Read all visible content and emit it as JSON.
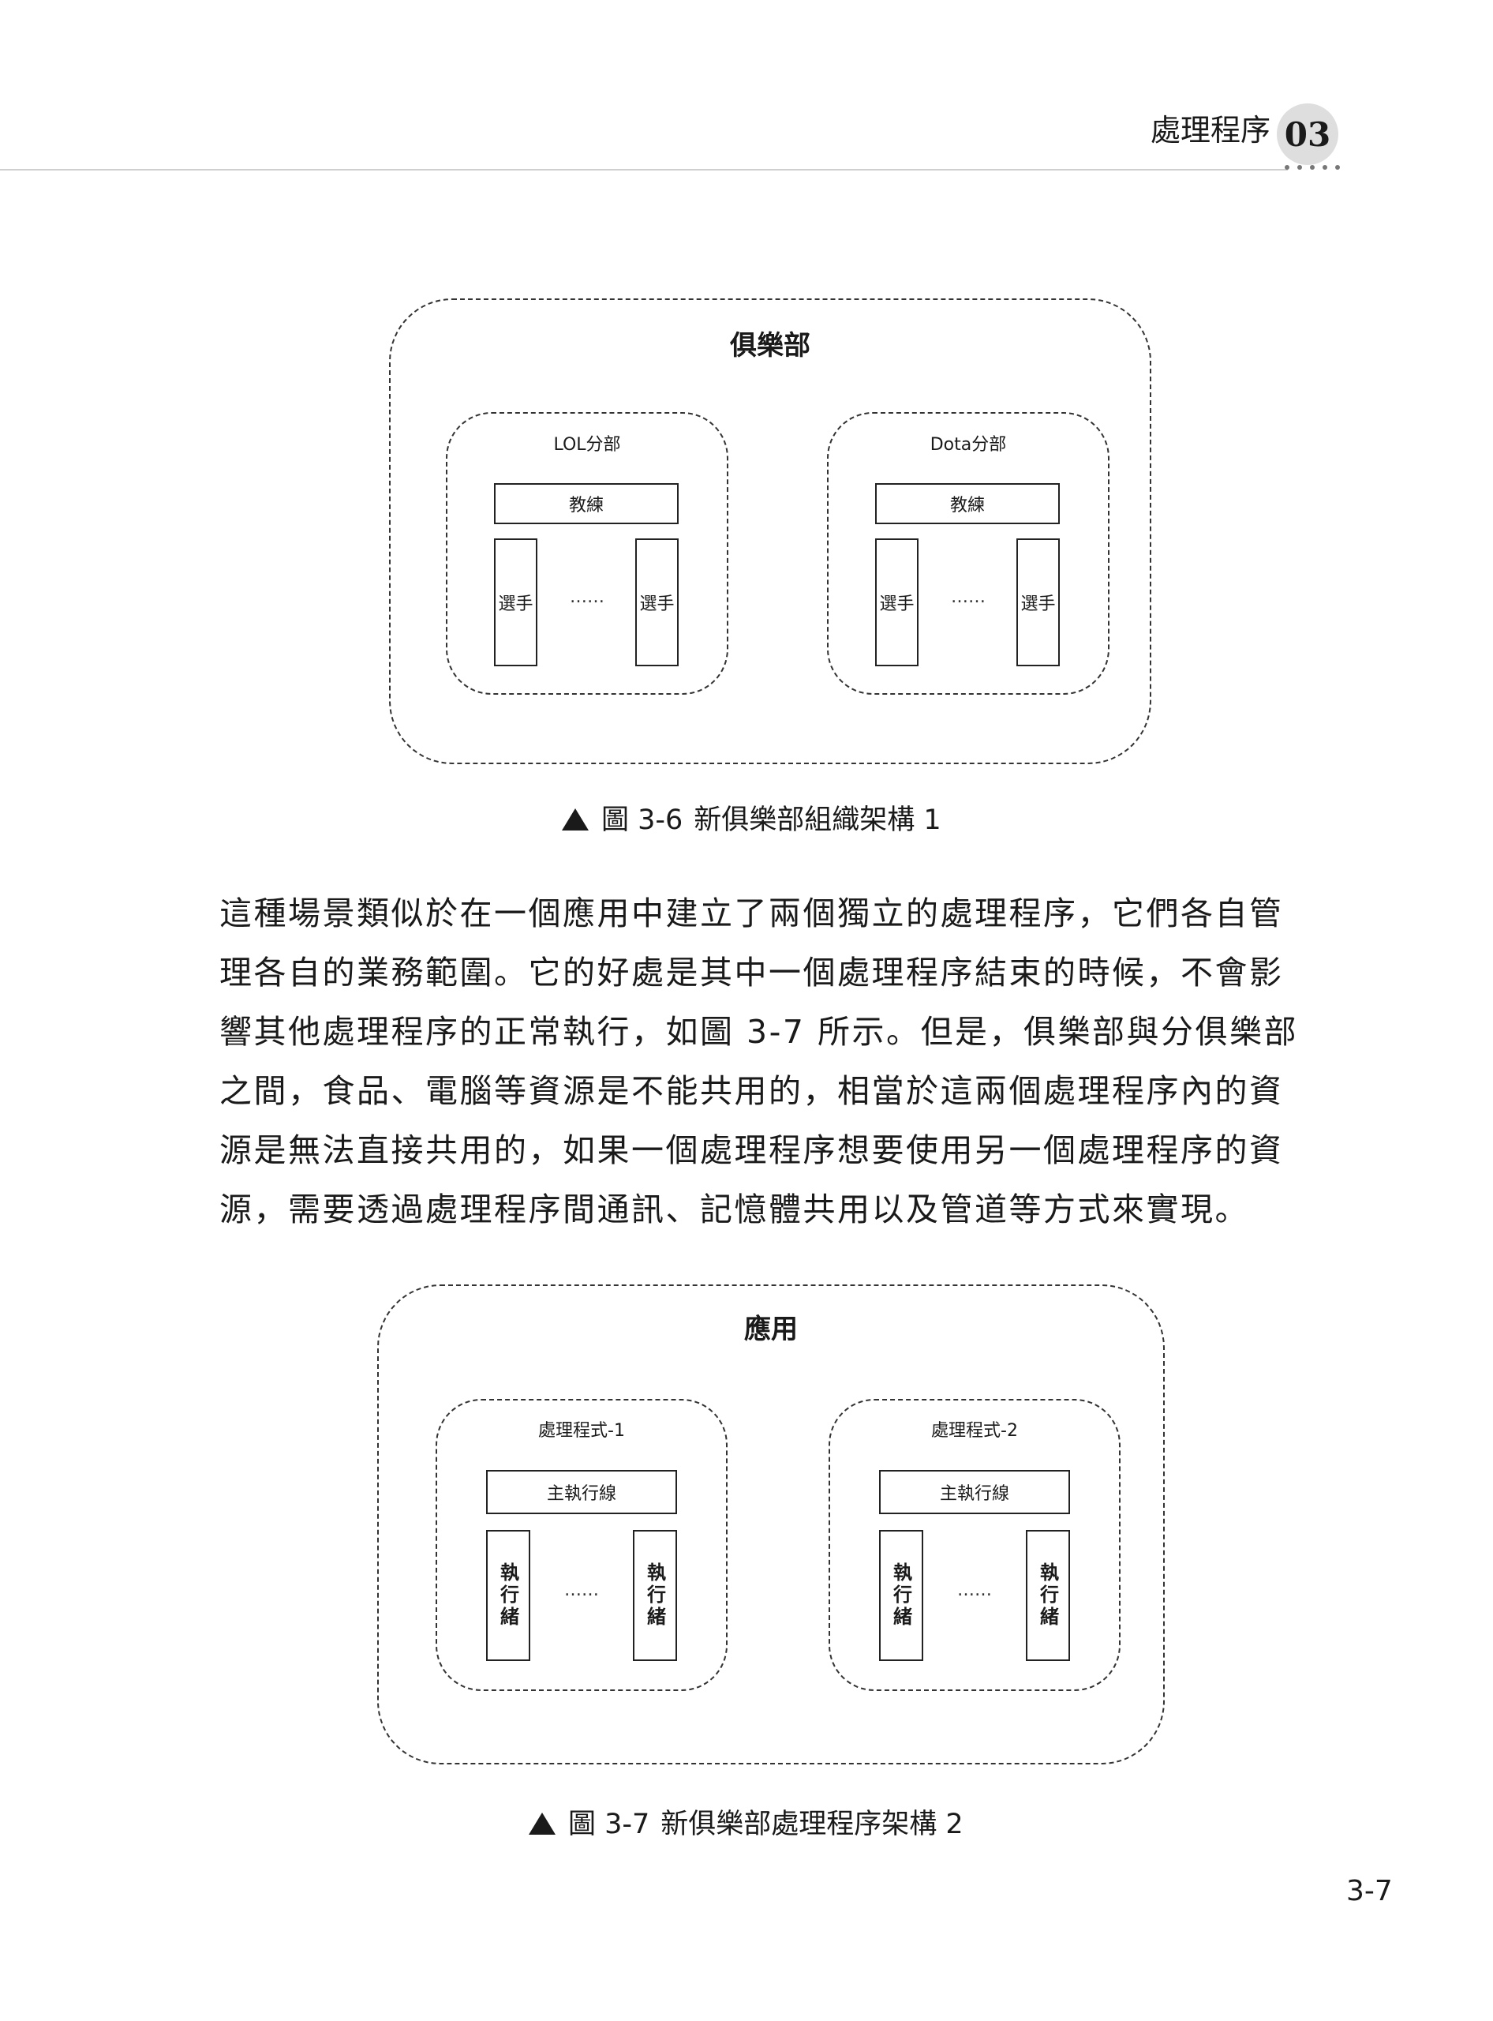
{
  "header": {
    "title": "處理程序",
    "chapter": "03"
  },
  "figure1": {
    "title": "俱樂部",
    "groups": [
      {
        "label": "LOL分部",
        "coach": "教練",
        "player": "選手",
        "ellipsis": "……"
      },
      {
        "label": "Dota分部",
        "coach": "教練",
        "player": "選手",
        "ellipsis": "……"
      }
    ],
    "caption": {
      "prefix": "圖 3-6",
      "text": "新俱樂部組織架構 1"
    }
  },
  "paragraph": {
    "lines": [
      "這種場景類似於在一個應用中建立了兩個獨立的處理程序，它們各自管",
      "理各自的業務範圍。它的好處是其中一個處理程序結束的時候，不會影",
      "響其他處理程序的正常執行，如圖 3-7 所示。但是，俱樂部與分俱樂部",
      "之間，食品、電腦等資源是不能共用的，相當於這兩個處理程序內的資",
      "源是無法直接共用的，如果一個處理程序想要使用另一個處理程序的資",
      "源，需要透過處理程序間通訊、記憶體共用以及管道等方式來實現。"
    ]
  },
  "figure2": {
    "title": "應用",
    "groups": [
      {
        "label": "處理程式-1",
        "main": "主執行線",
        "thread": "執行緒",
        "ellipsis": "……"
      },
      {
        "label": "處理程式-2",
        "main": "主執行線",
        "thread": "執行緒",
        "ellipsis": "……"
      }
    ],
    "caption": {
      "prefix": "圖 3-7",
      "text": "新俱樂部處理程序架構 2"
    }
  },
  "page_number": "3-7"
}
